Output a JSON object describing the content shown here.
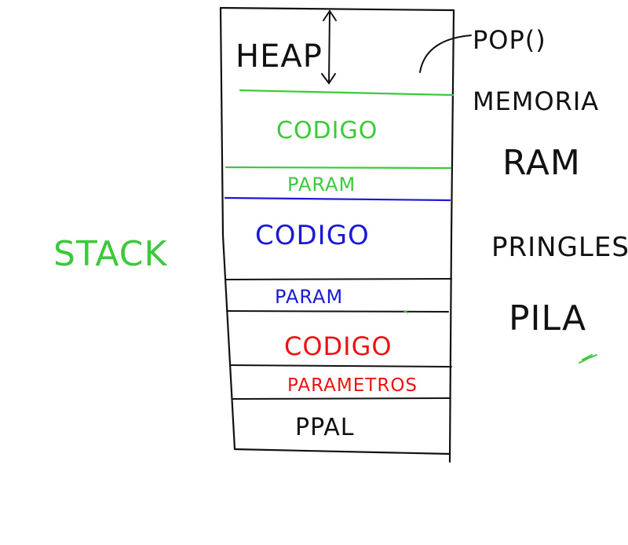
{
  "colors": {
    "black": "#111111",
    "green": "#3cc93c",
    "blue": "#1a1ad6",
    "red": "#ee1111",
    "background": "#ffffff"
  },
  "heap": {
    "label": "HEAP"
  },
  "segments": [
    {
      "label": "CODIGO",
      "color": "green"
    },
    {
      "label": "PARAM",
      "color": "green"
    },
    {
      "label": "CODIGO",
      "color": "blue"
    },
    {
      "label": "PARAM",
      "color": "blue"
    },
    {
      "label": "CODIGO",
      "color": "red"
    },
    {
      "label": "PARAMETROS",
      "color": "red"
    },
    {
      "label": "PPAL",
      "color": "black"
    }
  ],
  "side_labels": {
    "stack": "STACK",
    "popup": "POP()",
    "memoria": "MEMORIA",
    "ram": "RAM",
    "pringles": "PRINGLES",
    "pila": "PILA"
  }
}
